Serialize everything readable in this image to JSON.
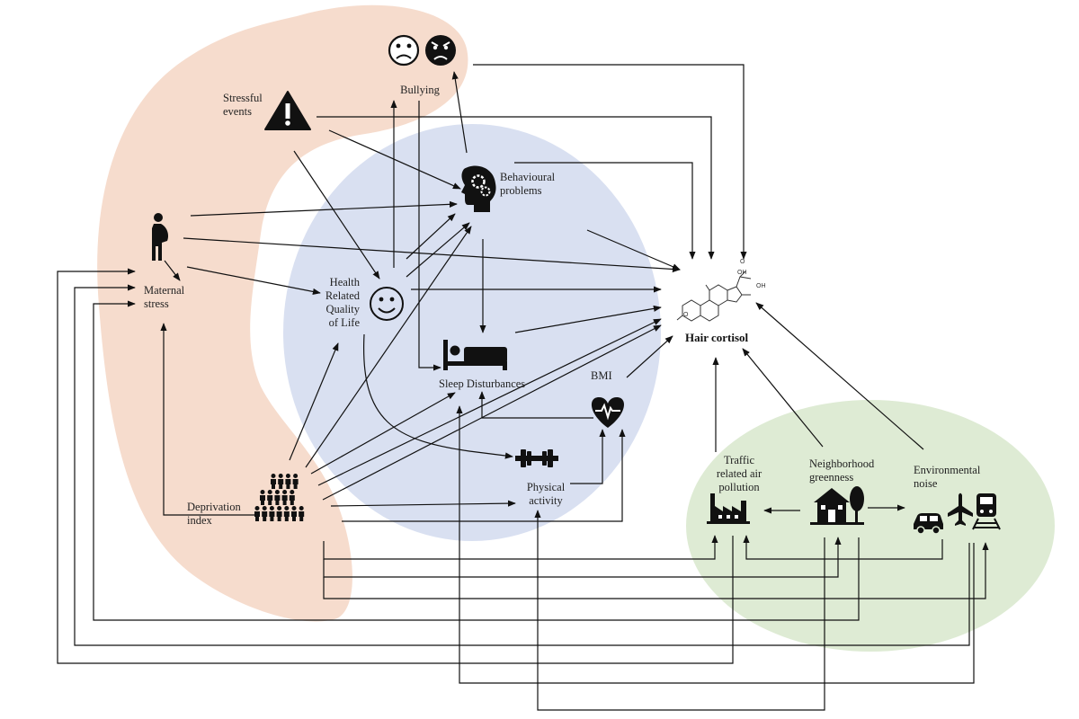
{
  "nodes": {
    "bullying": {
      "label": [
        "Bullying"
      ]
    },
    "stressful_events": {
      "label": [
        "Stressful",
        "events"
      ]
    },
    "behavioural_problems": {
      "label": [
        "Behavioural",
        "problems"
      ]
    },
    "maternal_stress": {
      "label": [
        "Maternal",
        "stress"
      ]
    },
    "hrqol": {
      "label": [
        "Health",
        "Related",
        "Quality",
        "of Life"
      ]
    },
    "sleep_disturbances": {
      "label": [
        "Sleep Disturbances"
      ]
    },
    "bmi": {
      "label": [
        "BMI"
      ]
    },
    "physical_activity": {
      "label": [
        "Physical",
        "activity"
      ]
    },
    "deprivation_index": {
      "label": [
        "Deprivation",
        "index"
      ]
    },
    "hair_cortisol": {
      "label": [
        "Hair cortisol"
      ]
    },
    "traffic_air_pollution": {
      "label": [
        "Traffic",
        "related air",
        "pollution"
      ]
    },
    "neighborhood_greenness": {
      "label": [
        "Neighborhood",
        "greenness"
      ]
    },
    "environmental_noise": {
      "label": [
        "Environmental",
        "noise"
      ]
    },
    "cortisol_molecule": {
      "label": [
        "OH",
        "OH",
        "O",
        "O"
      ]
    }
  },
  "colors": {
    "psychosocial_region": "#f6dccd",
    "lifestyle_region": "#d6def0",
    "environment_region": "#deebd4",
    "ink": "#111111"
  },
  "icons": {
    "bullying": [
      "sad-face-icon",
      "angry-face-icon"
    ],
    "stressful_events": "warning-triangle-icon",
    "behavioural_problems": "head-gears-icon",
    "maternal_stress": "pregnant-woman-icon",
    "hrqol": "smiley-face-icon",
    "sleep_disturbances": "bed-icon",
    "bmi": "heart-pulse-icon",
    "physical_activity": "dumbbell-icon",
    "deprivation_index": "people-group-icon",
    "traffic_air_pollution": "factory-icon",
    "neighborhood_greenness": "house-tree-icon",
    "environmental_noise": [
      "car-icon",
      "airplane-icon",
      "train-icon"
    ],
    "hair_cortisol": "steroid-molecule-icon"
  }
}
